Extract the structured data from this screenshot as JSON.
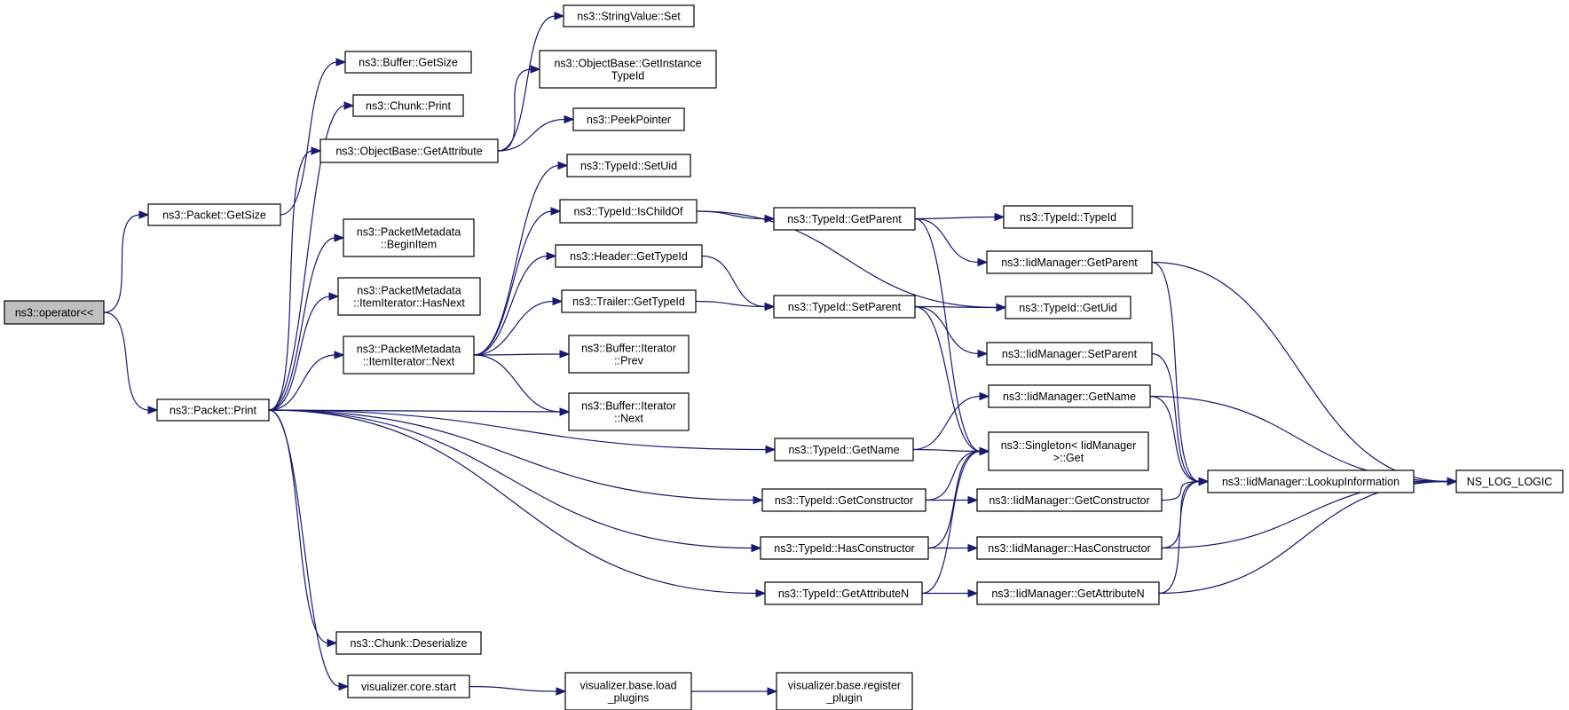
{
  "graph": {
    "nodes": [
      {
        "id": "op",
        "lines": [
          "ns3::operator<<"
        ],
        "root": true
      },
      {
        "id": "pgs",
        "lines": [
          "ns3::Packet::GetSize"
        ]
      },
      {
        "id": "pp",
        "lines": [
          "ns3::Packet::Print"
        ]
      },
      {
        "id": "bgs",
        "lines": [
          "ns3::Buffer::GetSize"
        ]
      },
      {
        "id": "cp",
        "lines": [
          "ns3::Chunk::Print"
        ]
      },
      {
        "id": "oga",
        "lines": [
          "ns3::ObjectBase::GetAttribute"
        ]
      },
      {
        "id": "pmbi",
        "lines": [
          "ns3::PacketMetadata",
          "::BeginItem"
        ]
      },
      {
        "id": "pmhn",
        "lines": [
          "ns3::PacketMetadata",
          "::ItemIterator::HasNext"
        ]
      },
      {
        "id": "pmn",
        "lines": [
          "ns3::PacketMetadata",
          "::ItemIterator::Next"
        ]
      },
      {
        "id": "cd",
        "lines": [
          "ns3::Chunk::Deserialize"
        ]
      },
      {
        "id": "vcs",
        "lines": [
          "visualizer.core.start"
        ]
      },
      {
        "id": "svs",
        "lines": [
          "ns3::StringValue::Set"
        ]
      },
      {
        "id": "ogi",
        "lines": [
          "ns3::ObjectBase::GetInstance",
          "TypeId"
        ]
      },
      {
        "id": "ppt",
        "lines": [
          "ns3::PeekPointer"
        ]
      },
      {
        "id": "tsu",
        "lines": [
          "ns3::TypeId::SetUid"
        ]
      },
      {
        "id": "tic",
        "lines": [
          "ns3::TypeId::IsChildOf"
        ]
      },
      {
        "id": "hgt",
        "lines": [
          "ns3::Header::GetTypeId"
        ]
      },
      {
        "id": "trgt",
        "lines": [
          "ns3::Trailer::GetTypeId"
        ]
      },
      {
        "id": "bip",
        "lines": [
          "ns3::Buffer::Iterator",
          "::Prev"
        ]
      },
      {
        "id": "bin",
        "lines": [
          "ns3::Buffer::Iterator",
          "::Next"
        ]
      },
      {
        "id": "vlp",
        "lines": [
          "visualizer.base.load",
          "_plugins"
        ]
      },
      {
        "id": "tgp",
        "lines": [
          "ns3::TypeId::GetParent"
        ]
      },
      {
        "id": "tsp",
        "lines": [
          "ns3::TypeId::SetParent"
        ]
      },
      {
        "id": "tgn",
        "lines": [
          "ns3::TypeId::GetName"
        ]
      },
      {
        "id": "tgc",
        "lines": [
          "ns3::TypeId::GetConstructor"
        ]
      },
      {
        "id": "thc",
        "lines": [
          "ns3::TypeId::HasConstructor"
        ]
      },
      {
        "id": "tga",
        "lines": [
          "ns3::TypeId::GetAttributeN"
        ]
      },
      {
        "id": "vrp",
        "lines": [
          "visualizer.base.register",
          "_plugin"
        ]
      },
      {
        "id": "ttid",
        "lines": [
          "ns3::TypeId::TypeId"
        ]
      },
      {
        "id": "igp",
        "lines": [
          "ns3::IidManager::GetParent"
        ]
      },
      {
        "id": "tgu",
        "lines": [
          "ns3::TypeId::GetUid"
        ]
      },
      {
        "id": "isp",
        "lines": [
          "ns3::IidManager::SetParent"
        ]
      },
      {
        "id": "ign",
        "lines": [
          "ns3::IidManager::GetName"
        ]
      },
      {
        "id": "sig",
        "lines": [
          "ns3::Singleton< IidManager",
          " >::Get"
        ]
      },
      {
        "id": "igc",
        "lines": [
          "ns3::IidManager::GetConstructor"
        ]
      },
      {
        "id": "ihc",
        "lines": [
          "ns3::IidManager::HasConstructor"
        ]
      },
      {
        "id": "iga",
        "lines": [
          "ns3::IidManager::GetAttributeN"
        ]
      },
      {
        "id": "ili",
        "lines": [
          "ns3::IidManager::LookupInformation"
        ]
      },
      {
        "id": "nll",
        "lines": [
          "NS_LOG_LOGIC"
        ]
      }
    ],
    "edges": [
      [
        "op",
        "pgs"
      ],
      [
        "op",
        "pp"
      ],
      [
        "pgs",
        "bgs"
      ],
      [
        "pp",
        "cp"
      ],
      [
        "pp",
        "oga"
      ],
      [
        "pp",
        "pmbi"
      ],
      [
        "pp",
        "pmhn"
      ],
      [
        "pp",
        "pmn"
      ],
      [
        "pp",
        "bin"
      ],
      [
        "pp",
        "tgn"
      ],
      [
        "pp",
        "tgc"
      ],
      [
        "pp",
        "thc"
      ],
      [
        "pp",
        "tga"
      ],
      [
        "pp",
        "cd"
      ],
      [
        "pp",
        "vcs"
      ],
      [
        "oga",
        "svs"
      ],
      [
        "oga",
        "ogi"
      ],
      [
        "oga",
        "ppt"
      ],
      [
        "pmn",
        "tsu"
      ],
      [
        "pmn",
        "tic"
      ],
      [
        "pmn",
        "hgt"
      ],
      [
        "pmn",
        "trgt"
      ],
      [
        "pmn",
        "bip"
      ],
      [
        "pmn",
        "bin"
      ],
      [
        "vcs",
        "vlp"
      ],
      [
        "vlp",
        "vrp"
      ],
      [
        "tic",
        "tgp"
      ],
      [
        "tic",
        "tgu"
      ],
      [
        "hgt",
        "tsp"
      ],
      [
        "trgt",
        "tsp"
      ],
      [
        "tgp",
        "ttid"
      ],
      [
        "tgp",
        "igp"
      ],
      [
        "tgp",
        "sig"
      ],
      [
        "tsp",
        "tgu"
      ],
      [
        "tsp",
        "isp"
      ],
      [
        "tsp",
        "sig"
      ],
      [
        "tgn",
        "ign"
      ],
      [
        "tgn",
        "sig"
      ],
      [
        "tgc",
        "sig"
      ],
      [
        "tgc",
        "igc"
      ],
      [
        "thc",
        "sig"
      ],
      [
        "thc",
        "ihc"
      ],
      [
        "tga",
        "sig"
      ],
      [
        "tga",
        "iga"
      ],
      [
        "igp",
        "ili"
      ],
      [
        "igp",
        "nll"
      ],
      [
        "isp",
        "ili"
      ],
      [
        "ign",
        "ili"
      ],
      [
        "ign",
        "nll"
      ],
      [
        "igc",
        "ili"
      ],
      [
        "ihc",
        "ili"
      ],
      [
        "ihc",
        "nll"
      ],
      [
        "iga",
        "ili"
      ],
      [
        "iga",
        "nll"
      ],
      [
        "ili",
        "nll"
      ]
    ]
  }
}
